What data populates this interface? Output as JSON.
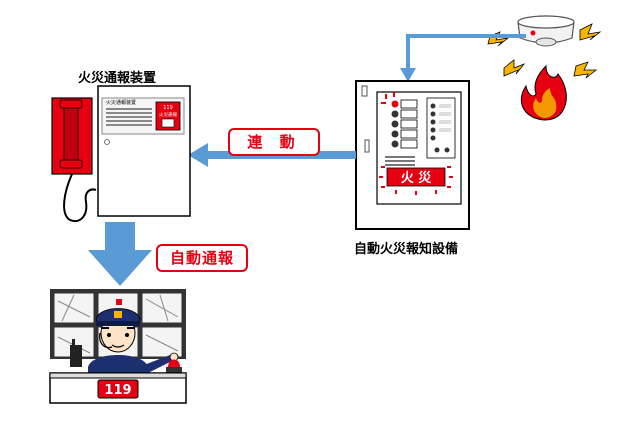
{
  "labels": {
    "fire_reporting_device": "火災通報装置",
    "linkage": "連 動",
    "auto_report": "自動通報",
    "auto_fire_alarm": "自動火災報知設備"
  },
  "device_panel": {
    "name_plate": "火災通報装置",
    "display_number": "119",
    "display_text": "火災通報"
  },
  "alarm_panel": {
    "fire_display": "火 災"
  },
  "desk": {
    "number": "119"
  },
  "colors": {
    "accent_red": "#e60012",
    "arrow_blue": "#5b9bd5",
    "line_blue": "#5b9bd5",
    "flame_orange": "#f39800",
    "spark_yellow": "#f8b500",
    "uniform_navy": "#1d2f6f"
  }
}
